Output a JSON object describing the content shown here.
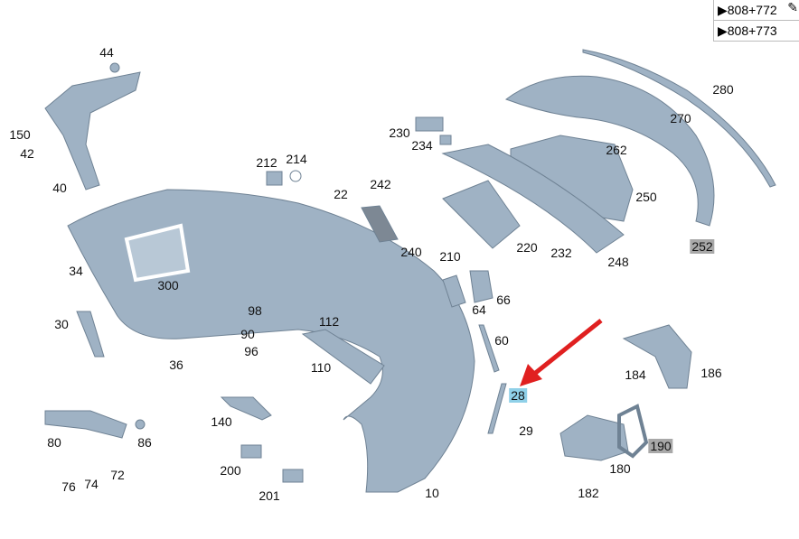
{
  "references": [
    {
      "label": "▶808+772"
    },
    {
      "label": "▶808+773"
    }
  ],
  "colors": {
    "part": "#9fb2c4",
    "part_edge": "#6f8294",
    "arrow": "#e02020",
    "highlight_blue": "#8fd0e8",
    "highlight_grey": "#a8a8a8"
  },
  "labels": {
    "l44": "44",
    "l150": "150",
    "l42": "42",
    "l40": "40",
    "l212": "212",
    "l214": "214",
    "l22": "22",
    "l230": "230",
    "l234": "234",
    "l242": "242",
    "l240": "240",
    "l210": "210",
    "l220": "220",
    "l232": "232",
    "l248": "248",
    "l250": "250",
    "l262": "262",
    "l270": "270",
    "l280": "280",
    "l252": "252",
    "l34": "34",
    "l300": "300",
    "l30": "30",
    "l36": "36",
    "l98": "98",
    "l90": "90",
    "l96": "96",
    "l112": "112",
    "l110": "110",
    "l64": "64",
    "l66": "66",
    "l60": "60",
    "l184": "184",
    "l186": "186",
    "l28": "28",
    "l29": "29",
    "l190": "190",
    "l180": "180",
    "l182": "182",
    "l140": "140",
    "l200": "200",
    "l201": "201",
    "l10": "10",
    "l80": "80",
    "l86": "86",
    "l72": "72",
    "l76": "76",
    "l74": "74"
  }
}
